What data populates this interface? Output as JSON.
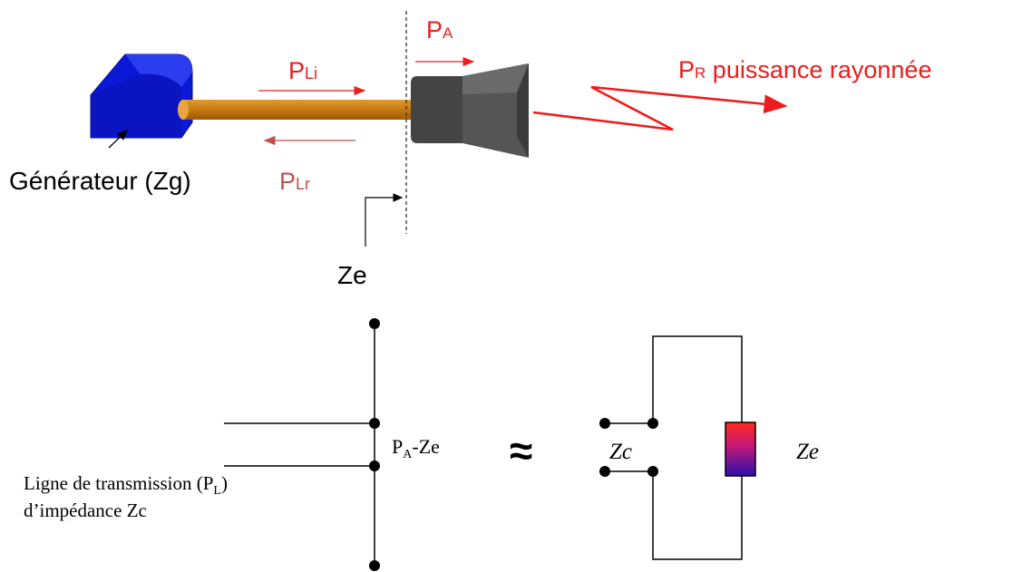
{
  "colors": {
    "red": "#ee1c1c",
    "dark_red": "#c0504d",
    "generator_blue": "#0a18d8",
    "cable_orange": "#c67a10",
    "antenna_gray": "#4a4a4a",
    "black": "#000000"
  },
  "top": {
    "labels": {
      "pa_main": "P",
      "pa_sub": "A",
      "pli_main": "P",
      "pli_sub": "Li",
      "plr_main": "P",
      "plr_sub": "Lr",
      "pr_main": "P",
      "pr_sub": "R",
      "pr_text": " puissance rayonnée",
      "generator": "Générateur (Zg)",
      "ze": "Ze"
    },
    "icons": [
      "generator-icon",
      "cable-icon",
      "horn-antenna-icon",
      "radiation-zigzag-icon"
    ]
  },
  "bottom": {
    "labels": {
      "pa_ze_main": "P",
      "pa_ze_sub": "A",
      "pa_ze_rest": "-Ze",
      "approx": "≈",
      "zc": "Zc",
      "ze": "Ze",
      "line_1_pre": "Ligne de transmission (P",
      "line_1_sub": "L",
      "line_1_post": ")",
      "line_2": "d’impédance Zc"
    }
  }
}
